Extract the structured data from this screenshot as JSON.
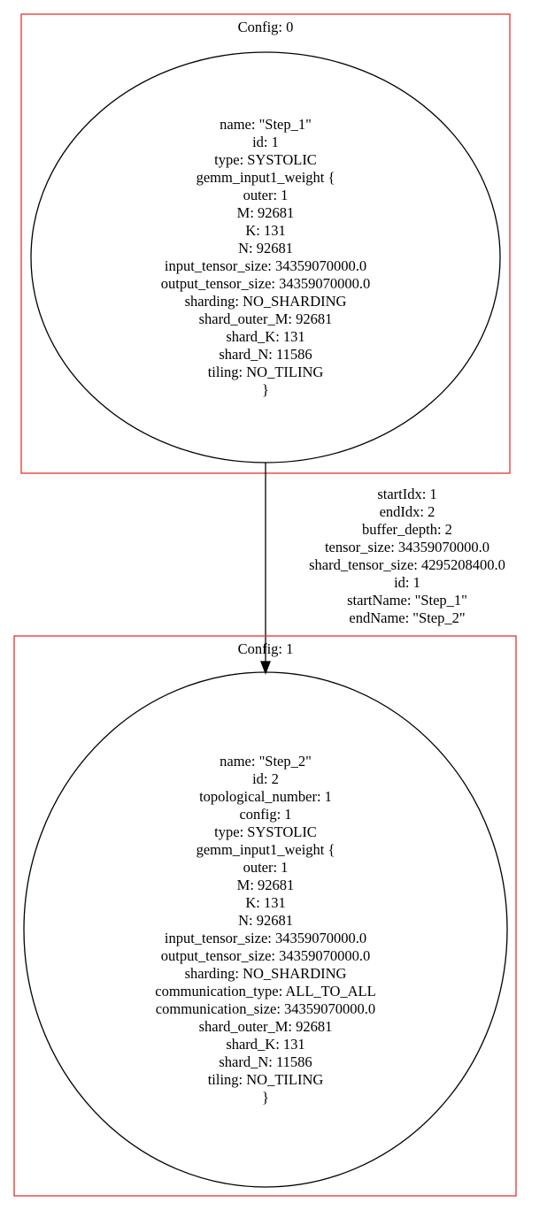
{
  "clusters": [
    {
      "label": "Config: 0"
    },
    {
      "label": "Config: 1"
    }
  ],
  "nodes": [
    {
      "lines": [
        "name: \"Step_1\"",
        "id: 1",
        "type: SYSTOLIC",
        "gemm_input1_weight {",
        "outer: 1",
        "M: 92681",
        "K: 131",
        "N: 92681",
        "input_tensor_size: 34359070000.0",
        "output_tensor_size: 34359070000.0",
        "sharding: NO_SHARDING",
        "shard_outer_M: 92681",
        "shard_K: 131",
        "shard_N: 11586",
        "tiling: NO_TILING",
        "}"
      ]
    },
    {
      "lines": [
        "name: \"Step_2\"",
        "id: 2",
        "topological_number: 1",
        "config: 1",
        "type: SYSTOLIC",
        "gemm_input1_weight {",
        "outer: 1",
        "M: 92681",
        "K: 131",
        "N: 92681",
        "input_tensor_size: 34359070000.0",
        "output_tensor_size: 34359070000.0",
        "sharding: NO_SHARDING",
        "communication_type: ALL_TO_ALL",
        "communication_size: 34359070000.0",
        "shard_outer_M: 92681",
        "shard_K: 131",
        "shard_N: 11586",
        "tiling: NO_TILING",
        "}"
      ]
    }
  ],
  "edge": {
    "lines": [
      "startIdx: 1",
      "endIdx: 2",
      "buffer_depth: 2",
      "tensor_size: 34359070000.0",
      "shard_tensor_size: 4295208400.0",
      "id: 1",
      "startName: \"Step_1\"",
      "endName: \"Step_2\""
    ]
  }
}
